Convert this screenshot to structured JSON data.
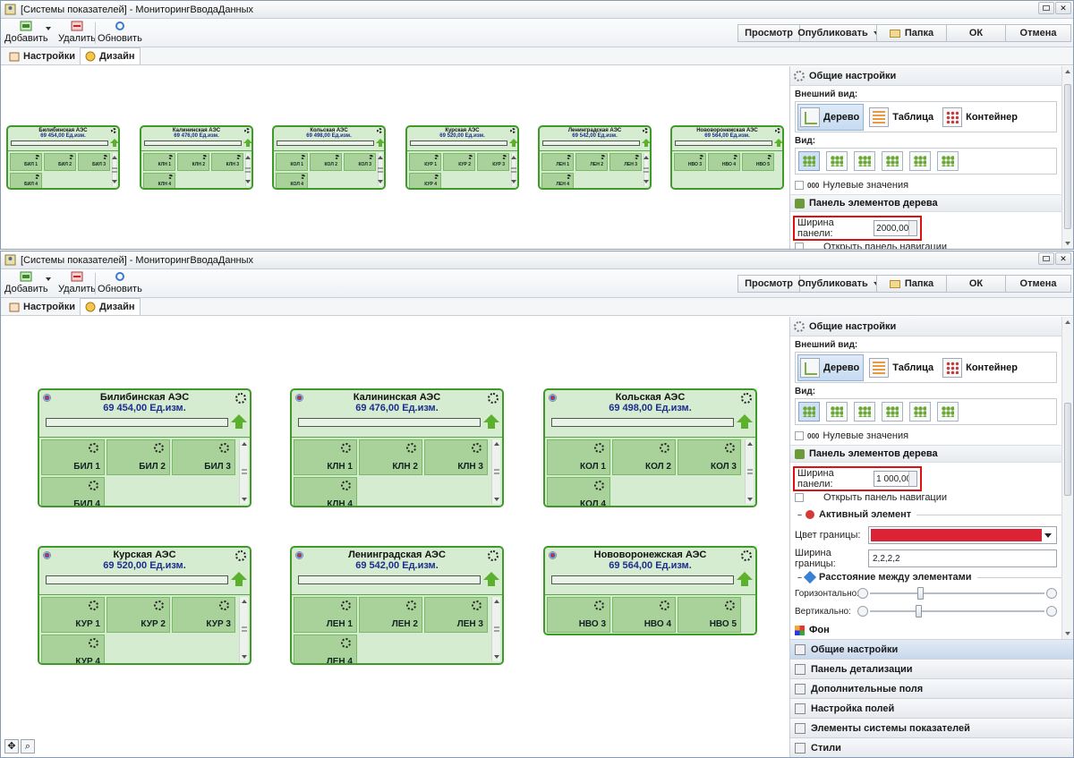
{
  "window": {
    "title": "[Системы показателей] - МониторингВводаДанных"
  },
  "toolbar": {
    "add_label": "Добавить",
    "delete_label": "Удалить",
    "refresh_label": "Обновить",
    "preview_label": "Просмотр",
    "publish_label": "Опубликовать",
    "folder_label": "Папка",
    "ok_label": "ОК",
    "cancel_label": "Отмена"
  },
  "tabs": {
    "settings_label": "Настройки",
    "design_label": "Дизайн"
  },
  "cards": [
    {
      "name": "Билибинская АЭС",
      "value": "69 454,00 Ед.изм.",
      "children": [
        "БИЛ 1",
        "БИЛ 2",
        "БИЛ 3",
        "БИЛ 4"
      ]
    },
    {
      "name": "Калининская АЭС",
      "value": "69 476,00 Ед.изм.",
      "children": [
        "КЛН 1",
        "КЛН 2",
        "КЛН 3",
        "КЛН 4"
      ]
    },
    {
      "name": "Кольская АЭС",
      "value": "69 498,00 Ед.изм.",
      "children": [
        "КОЛ 1",
        "КОЛ 2",
        "КОЛ 3",
        "КОЛ 4"
      ]
    },
    {
      "name": "Курская АЭС",
      "value": "69 520,00 Ед.изм.",
      "children": [
        "КУР 1",
        "КУР 2",
        "КУР 3",
        "КУР 4"
      ]
    },
    {
      "name": "Ленинградская АЭС",
      "value": "69 542,00 Ед.изм.",
      "children": [
        "ЛЕН 1",
        "ЛЕН 2",
        "ЛЕН 3",
        "ЛЕН 4"
      ]
    },
    {
      "name": "Нововоронежская АЭС",
      "value": "69 564,00 Ед.изм.",
      "children": [
        "НВО 3",
        "НВО 4",
        "НВО 5"
      ]
    }
  ],
  "panel": {
    "general_settings": "Общие настройки",
    "appearance_label": "Внешний вид:",
    "view_tree": "Дерево",
    "view_table": "Таблица",
    "view_container": "Контейнер",
    "view_label": "Вид:",
    "zero_icon_text": "000",
    "zero_values": "Нулевые значения",
    "tree_panel": "Панель элементов дерева",
    "panel_width_label": "Ширина панели:",
    "nav_panel": "Открыть панель навигации",
    "active_element": "Активный элемент",
    "border_color_label": "Цвет границы:",
    "border_color": "#dc2336",
    "border_width_label": "Ширина границы:",
    "border_width_value": "2,2,2,2",
    "spacing_label": "Расстояние между элементами",
    "horizontal_label": "Горизонтально:",
    "vertical_label": "Вертикально:",
    "horizontal_level": 0.28,
    "vertical_level": 0.27,
    "background_label": "Фон"
  },
  "top_panel_width_value": "2000,00",
  "bottom_panel_width_value": "1 000,00",
  "accordion": [
    "Общие настройки",
    "Панель детализации",
    "Дополнительные поля",
    "Настройка полей",
    "Элементы системы показателей",
    "Стили"
  ]
}
